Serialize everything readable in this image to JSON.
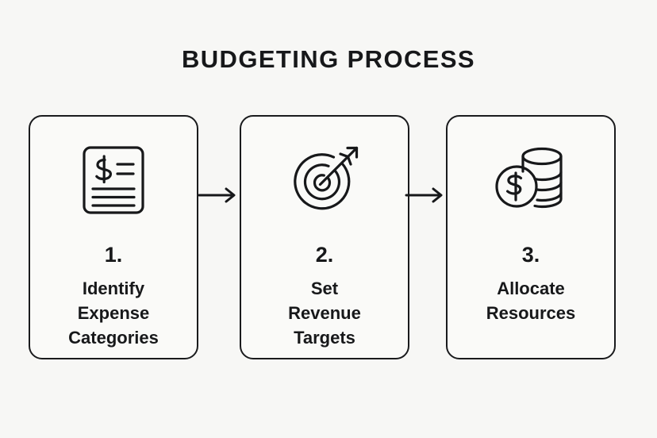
{
  "title": "BUDGETING PROCESS",
  "theme": {
    "background": "#f7f7f5",
    "card_background": "#fafaf8",
    "stroke": "#1a1b1d",
    "text": "#17181a"
  },
  "diagram": {
    "type": "process-flow",
    "orientation": "horizontal",
    "step_count": 3,
    "steps": [
      {
        "number": "1.",
        "label": "Identify\nExpense\nCategories",
        "icon": "document-dollar-icon"
      },
      {
        "number": "2.",
        "label": "Set\nRevenue\nTargets",
        "icon": "target-arrow-icon"
      },
      {
        "number": "3.",
        "label": "Allocate\nResources",
        "icon": "coin-stack-icon"
      }
    ],
    "connectors": [
      {
        "icon": "arrow-right-icon",
        "from": "1.",
        "to": "2."
      },
      {
        "icon": "arrow-right-icon",
        "from": "2.",
        "to": "3."
      }
    ]
  }
}
